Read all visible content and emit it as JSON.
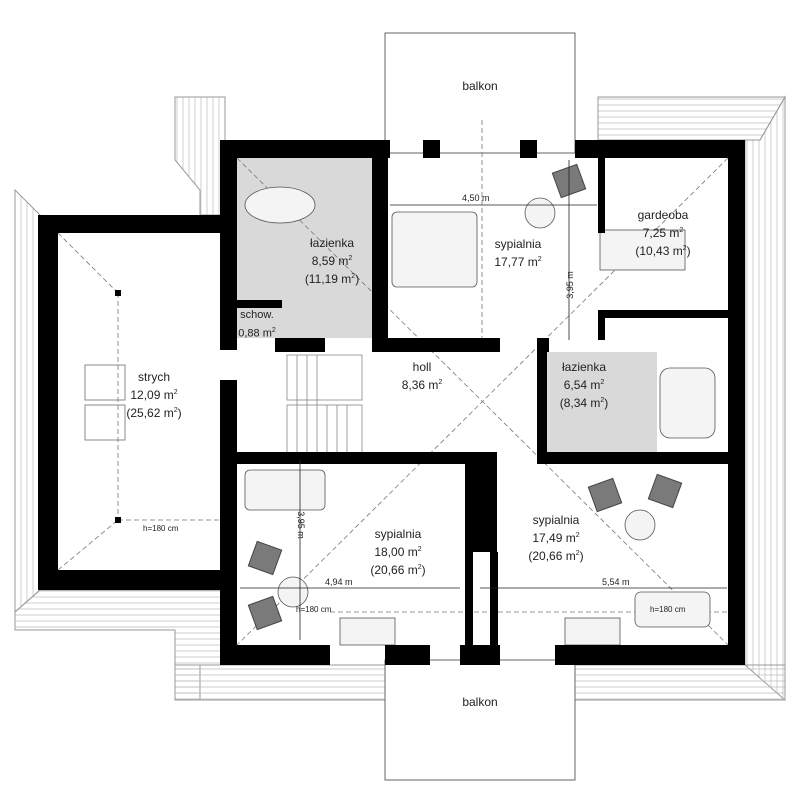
{
  "rooms": {
    "balkon_top": {
      "name": "balkon"
    },
    "balkon_bottom": {
      "name": "balkon"
    },
    "lazienka1": {
      "name": "łazienka",
      "area": "8,59 m",
      "area_total": "(11,19 m",
      "close": ")"
    },
    "schow": {
      "name": "schow.",
      "area": "0,88 m"
    },
    "sypialnia1": {
      "name": "sypialnia",
      "area": "17,77 m"
    },
    "gardeoba": {
      "name": "gardeoba",
      "area": "7,25 m",
      "area_total": "(10,43 m",
      "close": ")"
    },
    "strych": {
      "name": "strych",
      "area": "12,09 m",
      "area_total": "(25,62 m",
      "close": ")"
    },
    "holl": {
      "name": "holl",
      "area": "8,36 m"
    },
    "lazienka2": {
      "name": "łazienka",
      "area": "6,54 m",
      "area_total": "(8,34 m",
      "close": ")"
    },
    "sypialnia2": {
      "name": "sypialnia",
      "area": "18,00 m",
      "area_total": "(20,66 m",
      "close": ")"
    },
    "sypialnia3": {
      "name": "sypialnia",
      "area": "17,49 m",
      "area_total": "(20,66 m",
      "close": ")"
    }
  },
  "unit_sup": "2",
  "dimensions": {
    "d450": "4,50 m",
    "d395a": "3,95 m",
    "d395b": "3,95 m",
    "d494": "4,94 m",
    "d554": "5,54 m",
    "h1": "h=180 cm",
    "h2": "h=180 cm",
    "h3": "h=180 cm"
  },
  "colors": {
    "wall": "#000000",
    "wet_room": "#d9d9d9",
    "furniture": "#7a7a7a",
    "roof": "#f2f2f2"
  }
}
